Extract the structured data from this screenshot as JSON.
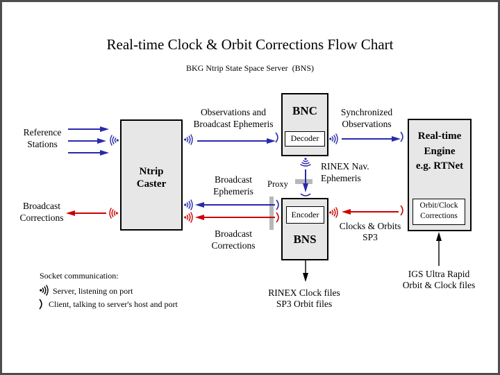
{
  "page": {
    "title": "Real-time Clock & Orbit Corrections Flow Chart",
    "subtitle": "BKG Ntrip State Space Server  (BNS)"
  },
  "nodes": {
    "ntrip_caster": "Ntrip\nCaster",
    "bnc": "BNC",
    "decoder": "Decoder",
    "bns": "BNS",
    "encoder": "Encoder",
    "realtime_engine": "Real-time\nEngine\ne.g. RTNet",
    "orbit_clock_corrections": "Orbit/Clock\nCorrections"
  },
  "flow_labels": {
    "reference_stations": "Reference\nStations",
    "broadcast_corrections_left": "Broadcast\nCorrections",
    "observations": "Observations and\nBroadcast Ephemeris",
    "synchronized": "Synchronized\nObservations",
    "rinex_nav": "RINEX Nav.\nEphemeris",
    "proxy": "Proxy",
    "broadcast_ephemeris": "Broadcast\nEphemeris",
    "broadcast_corrections_mid": "Broadcast\nCorrections",
    "clocks_orbits": "Clocks & Orbits\nSP3",
    "rinex_files": "RINEX Clock files\nSP3 Orbit files",
    "igs": "IGS Ultra Rapid\nOrbit & Clock files"
  },
  "legend": {
    "title": "Socket communication:",
    "server": "Server, listening on port",
    "client": "Client, talking to server's host and port"
  },
  "colors": {
    "blue_flow": "#2929ad",
    "red_flow": "#cc0000",
    "box_fill": "#e7e7e7",
    "subbox_fill": "#ffffff",
    "proxy_bar": "#b8b8b8",
    "frame": "#4d4d4d"
  }
}
